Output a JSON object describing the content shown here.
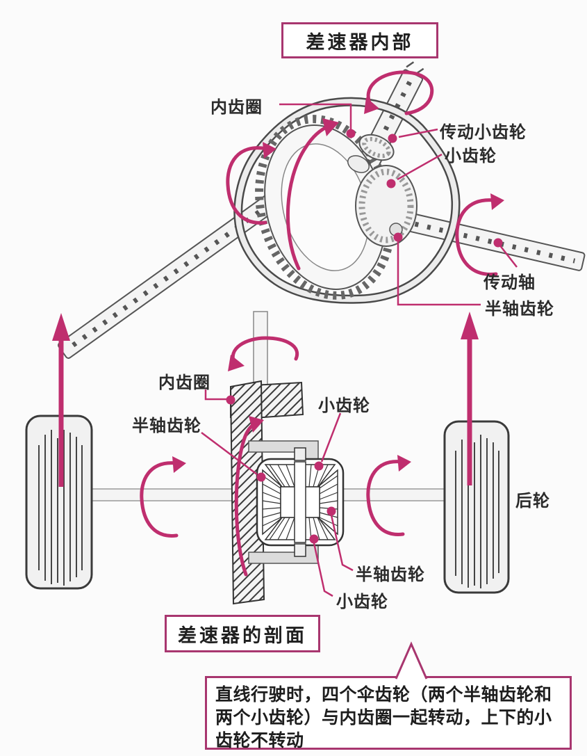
{
  "colors": {
    "magenta": "#bf2e6e",
    "box_border": "#a8366f",
    "ink": "#2b2b2b",
    "line_gray": "#4a4a4a"
  },
  "top_diagram": {
    "title": "差速器内部",
    "labels": {
      "ring_gear": "内齿圈",
      "drive_pinion": "传动小齿轮",
      "pinion": "小齿轮",
      "drive_shaft": "传动轴",
      "side_gear": "半轴齿轮"
    }
  },
  "bottom_diagram": {
    "title": "差速器的剖面",
    "labels": {
      "ring_gear": "内齿圈",
      "side_gear_left": "半轴齿轮",
      "pinion_top": "小齿轮",
      "rear_wheel": "后轮",
      "side_gear_right": "半轴齿轮",
      "pinion_bottom": "小齿轮"
    }
  },
  "callout": {
    "lines": [
      "直线行驶时，四个伞齿轮（两个半轴齿轮和",
      "两个小齿轮）与内齿圈一起转动，上下的小",
      "齿轮不转动"
    ]
  }
}
